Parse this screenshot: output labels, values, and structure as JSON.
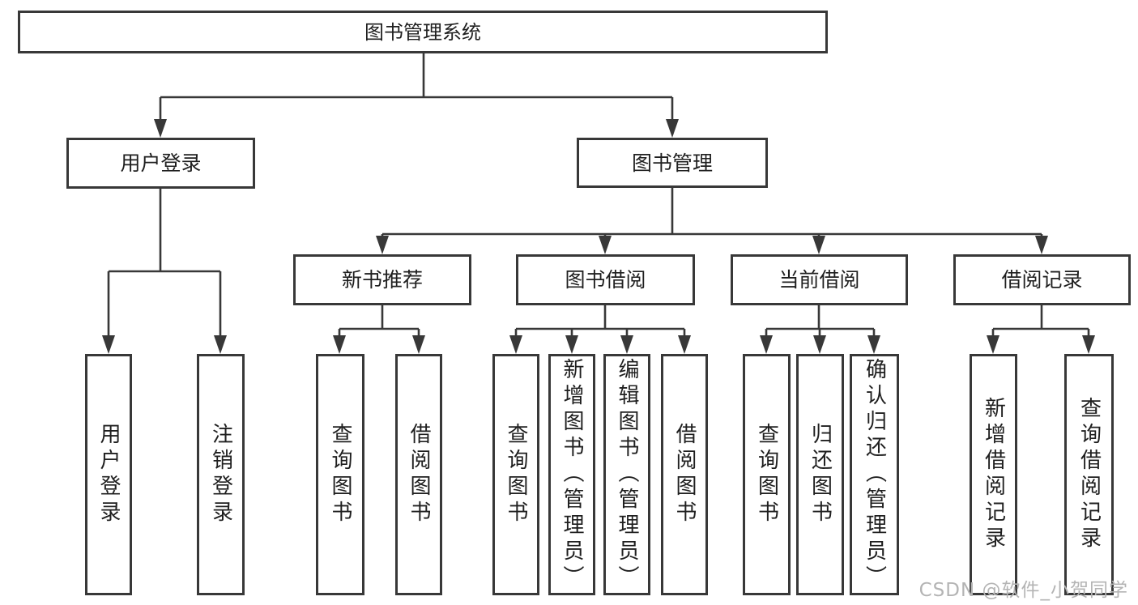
{
  "tree": {
    "root": {
      "label": "图书管理系统"
    },
    "branches": [
      {
        "label": "用户登录",
        "children": [
          {
            "label": "用户登录"
          },
          {
            "label": "注销登录"
          }
        ]
      },
      {
        "label": "图书管理",
        "children": [
          {
            "label": "新书推荐",
            "children": [
              {
                "label": "查询图书"
              },
              {
                "label": "借阅图书"
              }
            ]
          },
          {
            "label": "图书借阅",
            "children": [
              {
                "label": "查询图书"
              },
              {
                "label": "新增图书（管理员）"
              },
              {
                "label": "编辑图书（管理员）"
              },
              {
                "label": "借阅图书"
              }
            ]
          },
          {
            "label": "当前借阅",
            "children": [
              {
                "label": "查询图书"
              },
              {
                "label": "归还图书"
              },
              {
                "label": "确认归还（管理员）"
              }
            ]
          },
          {
            "label": "借阅记录",
            "children": [
              {
                "label": "新增借阅记录"
              },
              {
                "label": "查询借阅记录"
              }
            ]
          }
        ]
      }
    ]
  },
  "watermark": "CSDN @软件_小贺同学",
  "colors": {
    "line": "#383838",
    "text": "#1f1f1f",
    "box_bg": "#ffffff",
    "watermark": "#b4b4b4",
    "background": "#ffffff"
  }
}
